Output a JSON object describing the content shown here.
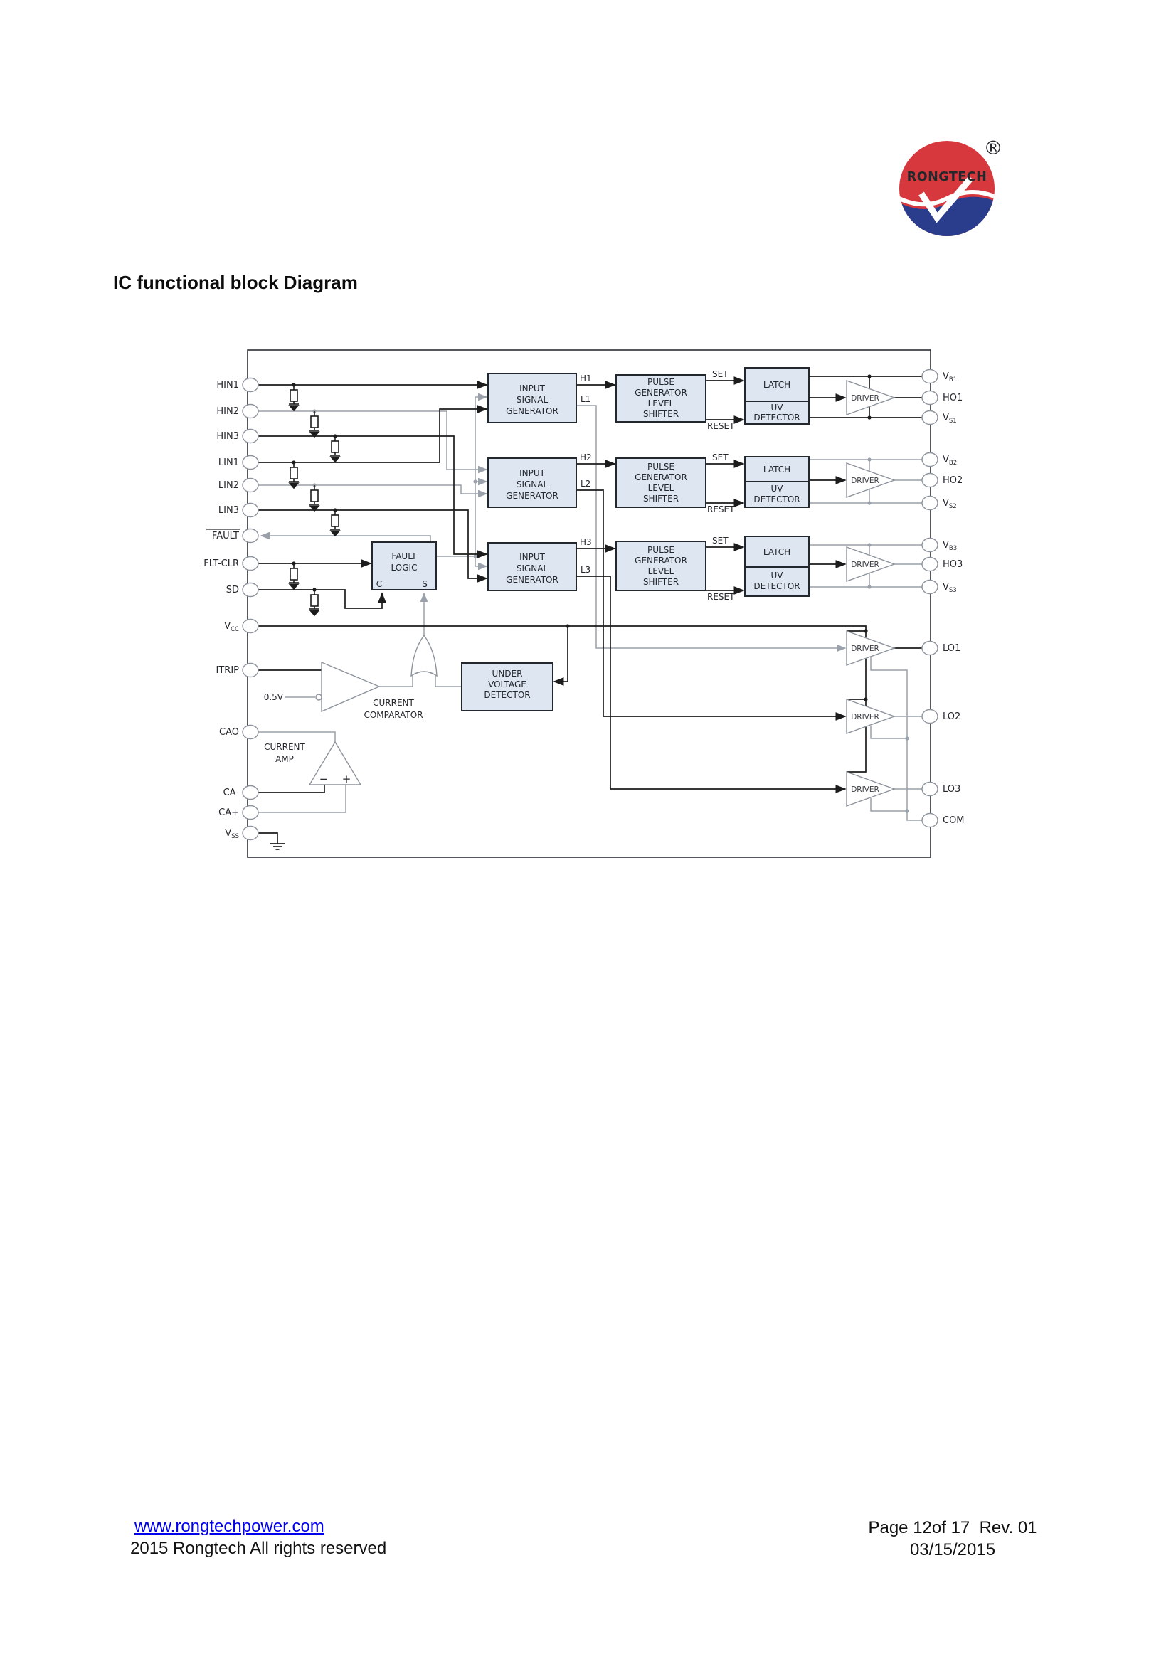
{
  "logo": {
    "brand": "RONGTECH",
    "registered": "®"
  },
  "title": "IC functional block Diagram",
  "diagram": {
    "pins_left": {
      "hin1": "HIN1",
      "hin2": "HIN2",
      "hin3": "HIN3",
      "lin1": "LIN1",
      "lin2": "LIN2",
      "lin3": "LIN3",
      "fault": "FAULT",
      "flt_clr": "FLT-CLR",
      "sd": "SD",
      "vcc_main": "V",
      "vcc_sub": "CC",
      "itrip": "ITRIP",
      "cao": "CAO",
      "ca_minus": "CA-",
      "ca_plus": "CA+",
      "vss_main": "V",
      "vss_sub": "SS"
    },
    "pins_right": {
      "vb1_main": "V",
      "vb1_sub": "B1",
      "ho1": "HO1",
      "vs1_main": "V",
      "vs1_sub": "S1",
      "vb2_main": "V",
      "vb2_sub": "B2",
      "ho2": "HO2",
      "vs2_main": "V",
      "vs2_sub": "S2",
      "vb3_main": "V",
      "vb3_sub": "B3",
      "ho3": "HO3",
      "vs3_main": "V",
      "vs3_sub": "S3",
      "lo1": "LO1",
      "lo2": "LO2",
      "lo3": "LO3",
      "com": "COM"
    },
    "blocks": {
      "isg": {
        "l1": "INPUT",
        "l2": "SIGNAL",
        "l3": "GENERATOR"
      },
      "pulse": {
        "l1": "PULSE",
        "l2": "GENERATOR",
        "l3": "LEVEL",
        "l4": "SHIFTER"
      },
      "latch": "LATCH",
      "uv": {
        "l1": "UV",
        "l2": "DETECTOR"
      },
      "driver": "DRIVER",
      "fault_logic": {
        "l1": "FAULT",
        "l2": "LOGIC",
        "c": "C",
        "s": "S"
      },
      "uvd": {
        "l1": "UNDER",
        "l2": "VOLTAGE",
        "l3": "DETECTOR"
      },
      "comparator": {
        "l1": "CURRENT",
        "l2": "COMPARATOR"
      },
      "amp": {
        "l1": "CURRENT",
        "l2": "AMP",
        "minus": "−",
        "plus": "+"
      }
    },
    "signals": {
      "h1": "H1",
      "l1": "L1",
      "h2": "H2",
      "l2": "L2",
      "h3": "H3",
      "l3": "L3",
      "set": "SET",
      "reset": "RESET",
      "ref": "0.5V"
    }
  },
  "footer": {
    "link": "www.rongtechpower.com",
    "copyright": "2015 Rongtech All rights reserved",
    "page": "Page 12of 17  Rev. 01",
    "date": "03/15/2015"
  }
}
